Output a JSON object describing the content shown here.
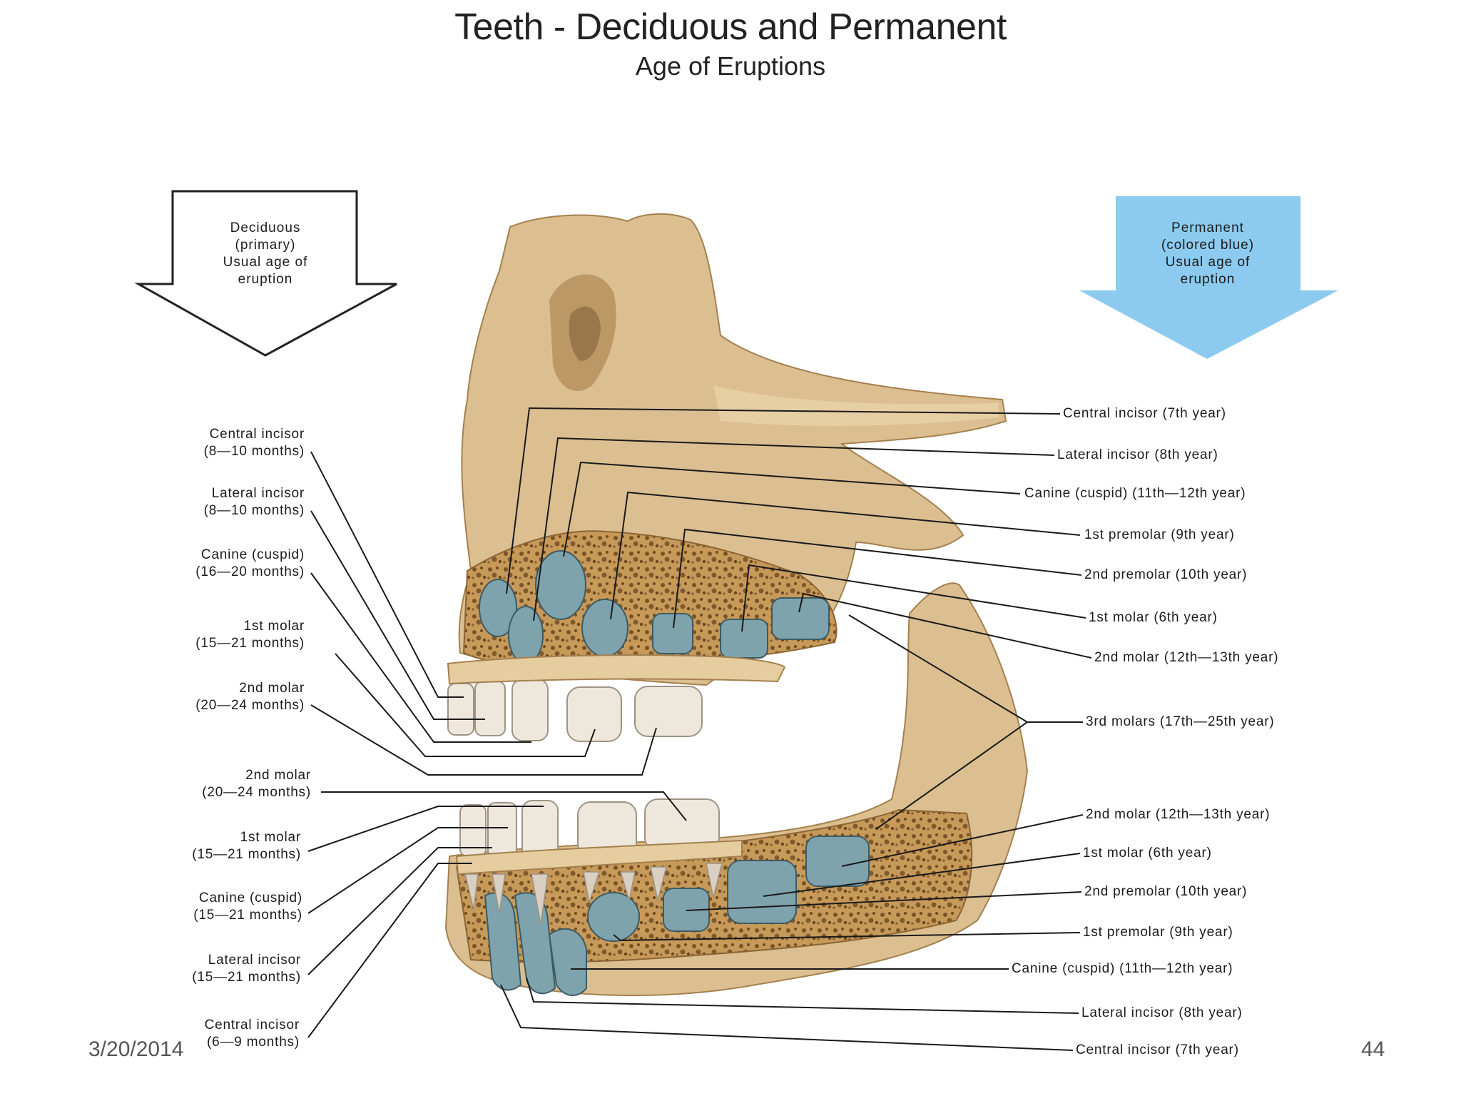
{
  "title": "Teeth - Deciduous and Permanent",
  "subtitle": "Age of Eruptions",
  "deciduous_box": {
    "lines": [
      "Deciduous",
      "(primary)",
      "Usual age of",
      "eruption"
    ]
  },
  "permanent_box": {
    "lines": [
      "Permanent",
      "(colored blue)",
      "Usual age of",
      "eruption"
    ],
    "color": "#8ccbef"
  },
  "left_upper": [
    {
      "name": "Central incisor",
      "age": "(8—10 months)"
    },
    {
      "name": "Lateral incisor",
      "age": "(8—10 months)"
    },
    {
      "name": "Canine (cuspid)",
      "age": "(16—20 months)"
    },
    {
      "name": "1st molar",
      "age": "(15—21 months)"
    },
    {
      "name": "2nd molar",
      "age": "(20—24 months)"
    }
  ],
  "left_lower": [
    {
      "name": "2nd molar",
      "age": "(20—24 months)"
    },
    {
      "name": "1st molar",
      "age": "(15—21 months)"
    },
    {
      "name": "Canine (cuspid)",
      "age": "(15—21 months)"
    },
    {
      "name": "Lateral incisor",
      "age": "(15—21 months)"
    },
    {
      "name": "Central incisor",
      "age": "(6—9 months)"
    }
  ],
  "right_upper": [
    "Central incisor (7th year)",
    "Lateral incisor (8th year)",
    "Canine (cuspid) (11th—12th year)",
    "1st premolar (9th year)",
    "2nd premolar (10th year)",
    "1st molar (6th year)",
    "2nd molar (12th—13th year)"
  ],
  "right_middle": "3rd molars (17th—25th year)",
  "right_lower": [
    "2nd molar (12th—13th year)",
    "1st molar (6th year)",
    "2nd premolar (10th year)",
    "1st premolar (9th year)",
    "Canine (cuspid) (11th—12th year)",
    "Lateral incisor (8th year)",
    "Central incisor (7th year)"
  ],
  "footer": {
    "date": "3/20/2014",
    "page": "44"
  },
  "colors": {
    "bone": "#d8b98a",
    "bone_dark": "#b28d5c",
    "tooth_deciduous": "#ede6dc",
    "tooth_permanent": "#7fa4ad",
    "spongy_bone": "#c49350"
  }
}
